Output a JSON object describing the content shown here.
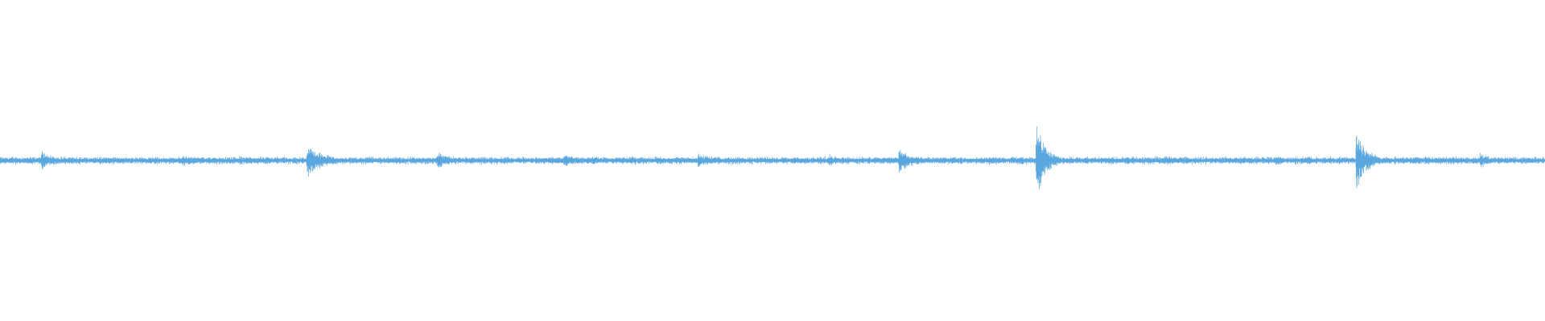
{
  "waveform": {
    "color": "#5aa7e0",
    "background": "#ffffff",
    "baseline_level": 0.06,
    "transients": [
      {
        "t": 0.027,
        "peak": 0.22,
        "decay": 0.01
      },
      {
        "t": 0.118,
        "peak": 0.12,
        "decay": 0.02
      },
      {
        "t": 0.199,
        "peak": 0.36,
        "decay": 0.012
      },
      {
        "t": 0.283,
        "peak": 0.2,
        "decay": 0.012
      },
      {
        "t": 0.365,
        "peak": 0.15,
        "decay": 0.01
      },
      {
        "t": 0.452,
        "peak": 0.2,
        "decay": 0.008
      },
      {
        "t": 0.514,
        "peak": 0.08,
        "decay": 0.006
      },
      {
        "t": 0.536,
        "peak": 0.17,
        "decay": 0.006
      },
      {
        "t": 0.582,
        "peak": 0.3,
        "decay": 0.01
      },
      {
        "t": 0.671,
        "peak": 1.0,
        "decay": 0.006
      },
      {
        "t": 0.754,
        "peak": 0.12,
        "decay": 0.012
      },
      {
        "t": 0.826,
        "peak": 0.15,
        "decay": 0.006
      },
      {
        "t": 0.878,
        "peak": 0.62,
        "decay": 0.008
      },
      {
        "t": 0.958,
        "peak": 0.18,
        "decay": 0.008
      }
    ]
  }
}
